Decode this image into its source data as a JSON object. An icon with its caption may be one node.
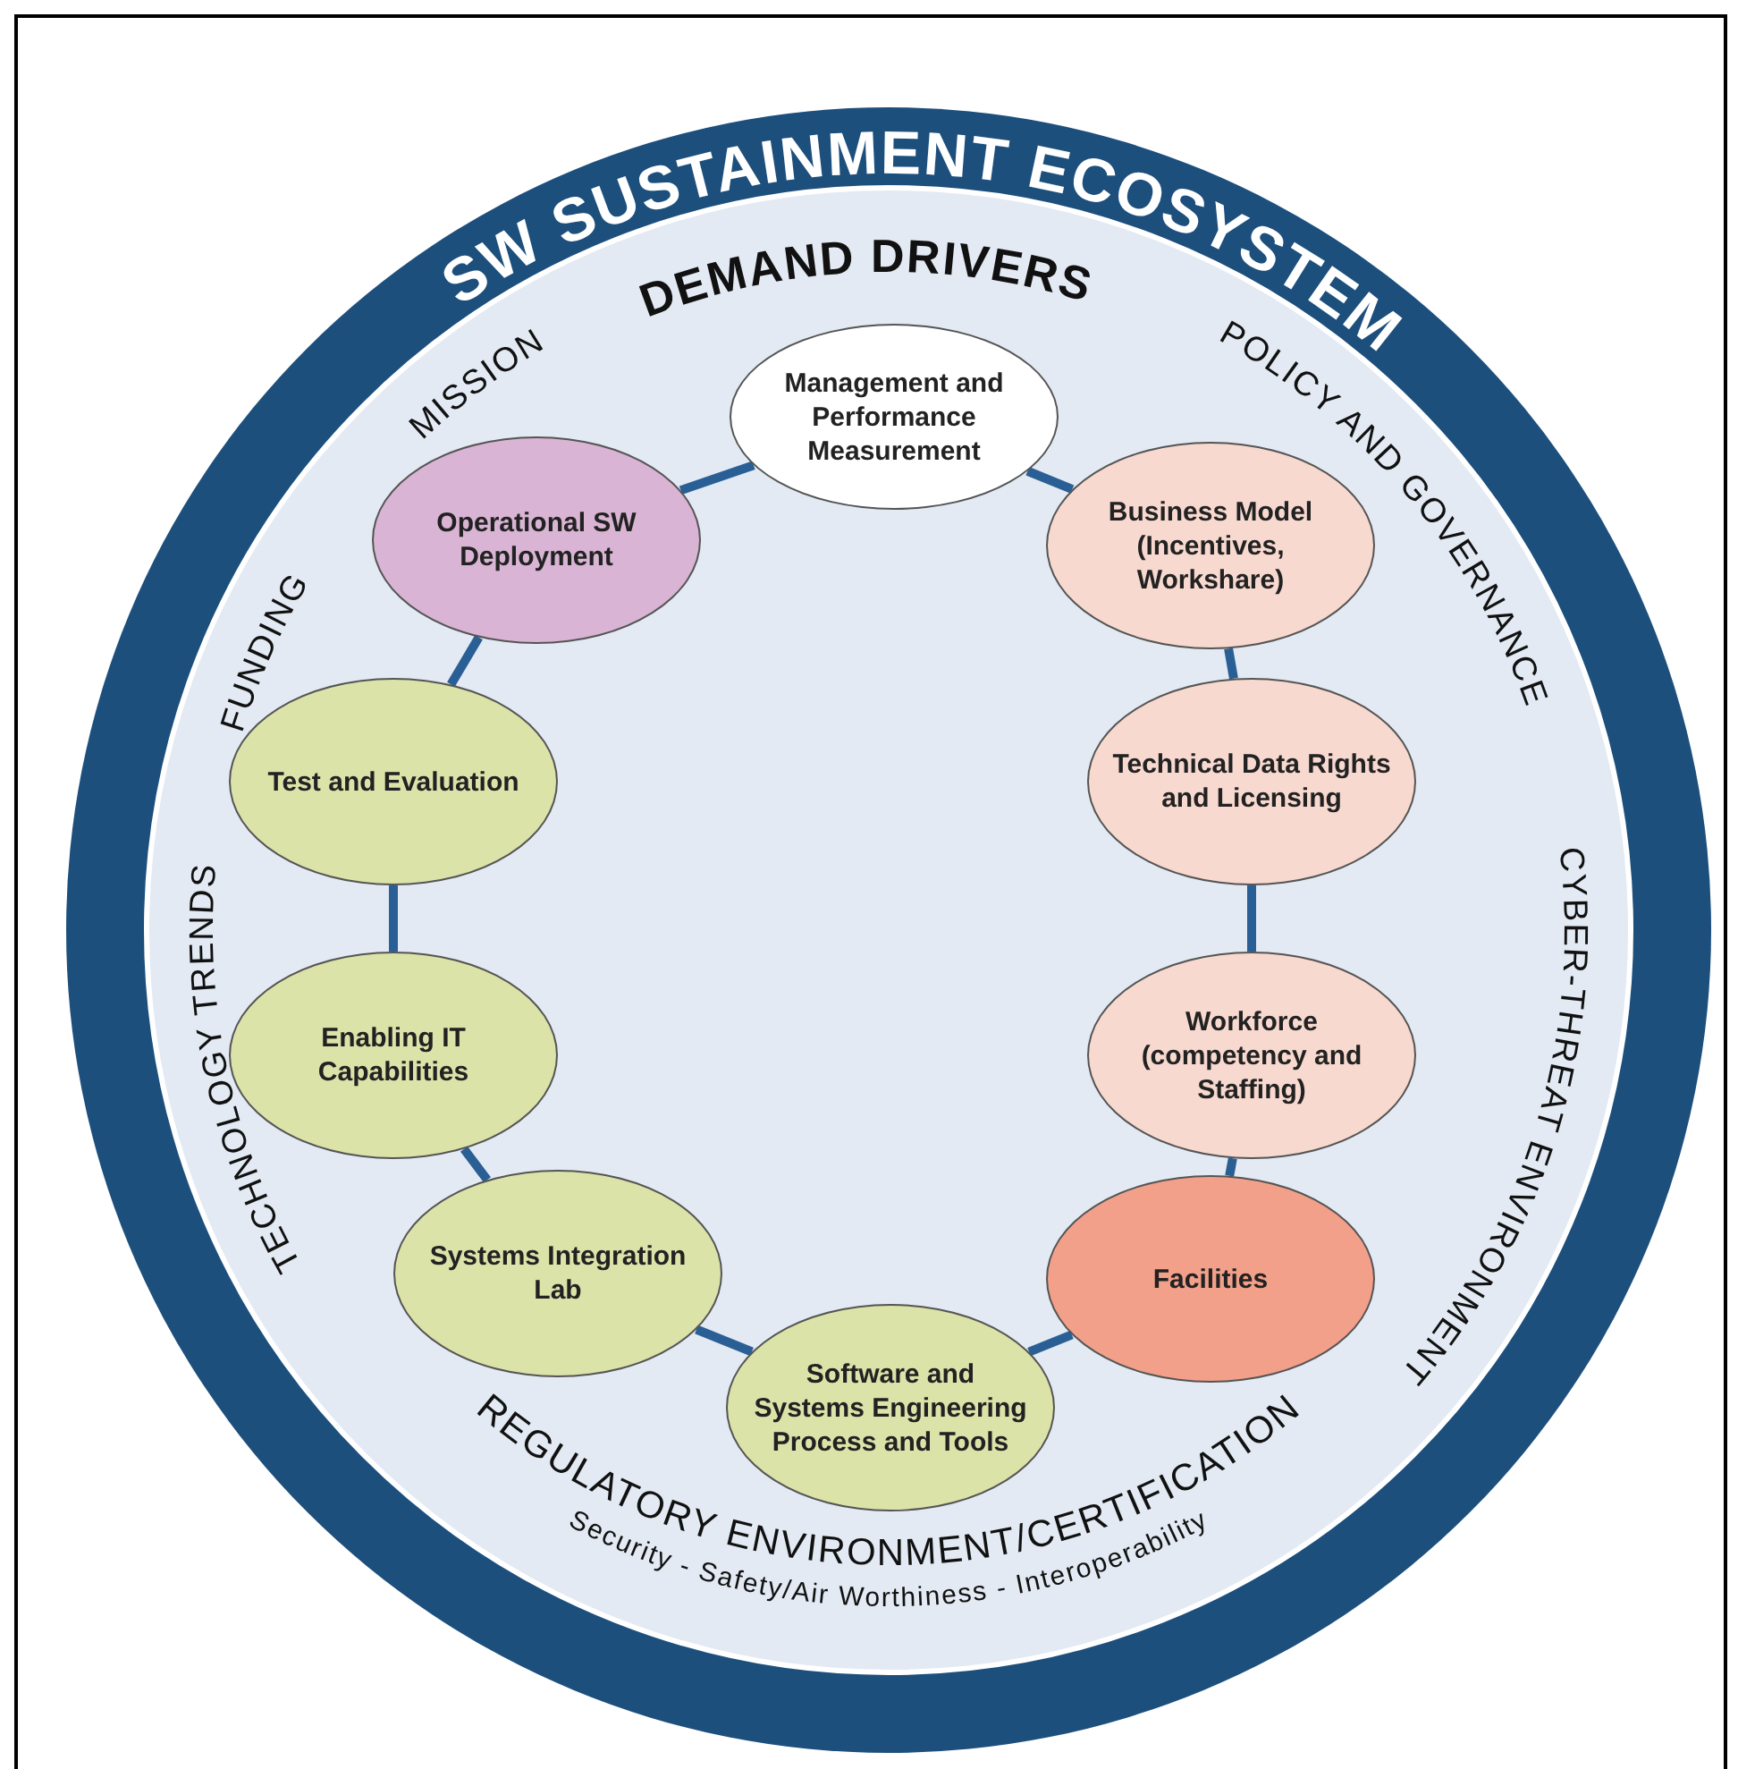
{
  "diagram": {
    "title": "SW SUSTAINMENT ECOSYSTEM",
    "nodes": [
      {
        "text": [
          "Management and Performance Measurement"
        ]
      },
      {
        "text": [
          "Business Model (Incentives, Workshare)"
        ]
      },
      {
        "text": [
          "Technical Data Rights and Licensing"
        ]
      },
      {
        "text": [
          "Workforce (competency and Staffing)"
        ]
      },
      {
        "text": [
          "Facilities"
        ]
      },
      {
        "text": [
          "Software and Systems Engineering Process and Tools"
        ]
      },
      {
        "text": [
          "Systems Integration Lab"
        ]
      },
      {
        "text": [
          "Enabling IT Capabilities"
        ]
      },
      {
        "text": [
          "Test and Evaluation"
        ]
      },
      {
        "text": [
          "Operational SW Deployment"
        ]
      }
    ],
    "edges": [
      {
        "from": 0,
        "to": 1,
        "arrow": "none"
      },
      {
        "from": 1,
        "to": 2,
        "arrow": "none"
      },
      {
        "from": 2,
        "to": 3,
        "arrow": "none"
      },
      {
        "from": 3,
        "to": 4,
        "arrow": "none"
      },
      {
        "from": 4,
        "to": 5,
        "arrow": "none"
      },
      {
        "from": 5,
        "to": 6,
        "arrow": "none"
      },
      {
        "from": 6,
        "to": 7,
        "arrow": "none"
      },
      {
        "from": 7,
        "to": 8,
        "arrow": "none"
      },
      {
        "from": 8,
        "to": 9,
        "arrow": "none"
      },
      {
        "from": 9,
        "to": 0,
        "arrow": "none"
      }
    ],
    "labels": [
      "DEMAND DRIVERS",
      "MISSION",
      "POLICY AND GOVERNANCE",
      "FUNDING",
      "CYBER-THREAT ENVIRONMENT",
      "TECHNOLOGY TRENDS",
      "REGULATORY ENVIRONMENT/CERTIFICATION",
      "Security - Safety/Air Worthiness - Interoperability"
    ]
  }
}
